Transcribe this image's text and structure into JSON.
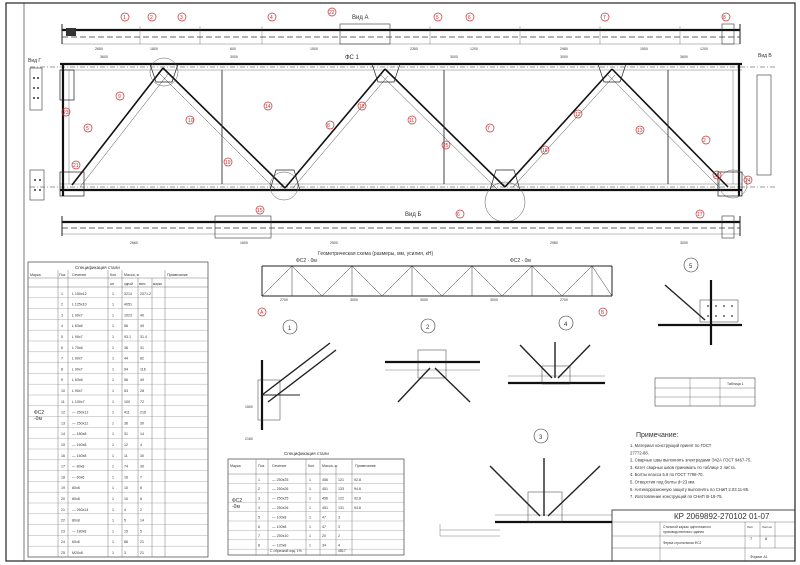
{
  "drawing": {
    "title": "КР 2069892-270102 01-07",
    "views": {
      "a": "Вид А",
      "b": "Вид Б",
      "v": "Вид В",
      "g": "Вид Г"
    },
    "truss_label": "ФС 1",
    "scheme_title": "Геометрическая схема (размеры, мм, усилия, кН)",
    "scheme_marks": [
      "ФС2 - 0м",
      "ФС2 - 0м"
    ],
    "spec_title": "Спецификация стали",
    "spec_mark": "ФС2\n-0м",
    "spec_headers": [
      "Марка",
      "Поз.",
      "Сечение",
      "Кол.",
      "Масса, кг",
      "Примечание"
    ],
    "spec_subheaders": [
      "шт.",
      "одной",
      "всех",
      "марки"
    ],
    "spec_rows": [
      [
        "1",
        "1",
        "L 150х12",
        "1",
        "3214",
        "2071.2",
        ""
      ],
      [
        "",
        "2",
        "L 125х10",
        "1",
        "4051",
        "",
        ""
      ],
      [
        "",
        "3",
        "L 90х7",
        "1",
        "1023",
        "40",
        ""
      ],
      [
        "",
        "4",
        "L 63х6",
        "1",
        "56",
        "49",
        ""
      ],
      [
        "",
        "5",
        "L 90х7",
        "1",
        "93.1",
        "31.4",
        ""
      ],
      [
        "",
        "6",
        "L 75х6",
        "1",
        "36",
        "31",
        ""
      ],
      [
        "",
        "7",
        "L 90х7",
        "1",
        "44",
        "82",
        ""
      ],
      [
        "",
        "8",
        "L 90х7",
        "1",
        "94",
        "116",
        ""
      ],
      [
        "",
        "9",
        "L 63х6",
        "1",
        "56",
        "49",
        ""
      ],
      [
        "",
        "10",
        "L 90х7",
        "1",
        "53",
        "28",
        ""
      ],
      [
        "",
        "11",
        "L 100х7",
        "1",
        "100",
        "72",
        ""
      ],
      [
        "",
        "12",
        "— 250х12",
        "1",
        "411",
        "216",
        ""
      ],
      [
        "",
        "13",
        "— 250х12",
        "1",
        "36",
        "30",
        ""
      ],
      [
        "",
        "14",
        "— 180х8",
        "1",
        "31",
        "14",
        ""
      ],
      [
        "",
        "15",
        "— 160х8",
        "1",
        "12",
        "4",
        ""
      ],
      [
        "",
        "16",
        "— 160х8",
        "1",
        "11",
        "30",
        ""
      ],
      [
        "",
        "17",
        "— 80х8",
        "1",
        "74",
        "30",
        ""
      ],
      [
        "",
        "18",
        "— 60х6",
        "1",
        "16",
        "7",
        ""
      ],
      [
        "",
        "19",
        "80х8",
        "1",
        "10",
        "6",
        ""
      ],
      [
        "",
        "20",
        "80х8",
        "1",
        "10",
        "6",
        ""
      ],
      [
        "",
        "21",
        "— 260х14",
        "1",
        "4",
        "2",
        ""
      ],
      [
        "",
        "22",
        "80х8",
        "1",
        "5",
        "14",
        ""
      ],
      [
        "",
        "23",
        "— 180х8",
        "1",
        "15",
        "5",
        ""
      ],
      [
        "",
        "24",
        "60х6",
        "1",
        "86",
        "21",
        ""
      ],
      [
        "",
        "25",
        "М20х8",
        "1",
        "3",
        "21",
        ""
      ]
    ],
    "small_table_title": "Спецификация стали",
    "small_table_mark": "ФС2\n-0м",
    "small_headers": [
      "Марка",
      "Поз.",
      "Сечение",
      "Кол.",
      "Масса, кг",
      "Примечание"
    ],
    "small_rows": [
      [
        "1",
        "— 250х25",
        "1",
        "456",
        "121",
        "92.8"
      ],
      [
        "2",
        "— 250х26",
        "1",
        "451",
        "133",
        "94.6"
      ],
      [
        "3",
        "— 250х25",
        "1",
        "456",
        "122",
        "92.8"
      ],
      [
        "4",
        "— 250х26",
        "1",
        "451",
        "131",
        "94.6"
      ],
      [
        "5",
        "— 100х8",
        "1",
        "47",
        "3",
        ""
      ],
      [
        "6",
        "— 100х8",
        "1",
        "47",
        "3",
        ""
      ],
      [
        "7",
        "— 250х10",
        "1",
        "20",
        "2",
        ""
      ],
      [
        "8",
        "— 120х8",
        "1",
        "34",
        "4",
        ""
      ]
    ],
    "small_total": "С обрезкой изд. 1%",
    "small_total_val": "4817",
    "notes_title": "Примечание:",
    "notes": [
      "1. Материал конструкций принят по ГОСТ",
      "   27772-88.",
      "2. Сварные швы выполнять электродами Э42А ГОСТ 9467-75.",
      "3. Катет сварных швов принимать по таблице 2 листа.",
      "4. Болты класса 5.8 по ГОСТ 7798-70.",
      "5. Отверстия под болты d=23 мм.",
      "6. Антикоррозионную защиту выполнять по СНиП 2.03.11-85.",
      "7. Изготовление конструкций по СНиП III-18-75."
    ],
    "nodes": [
      "1",
      "2",
      "3",
      "4",
      "5"
    ],
    "small_legend_title": "Таблица 1",
    "title_block": {
      "code": "КР 2069892-270102 01-07",
      "line1": "Стальной каркас одноэтажного",
      "line2": "производственного здания",
      "line3": "Ферма стропильная ФС2",
      "sheet_label": "Лист",
      "sheets_label": "Листов",
      "sheet": "7",
      "sheets": "8",
      "format": "Формат А1"
    }
  }
}
